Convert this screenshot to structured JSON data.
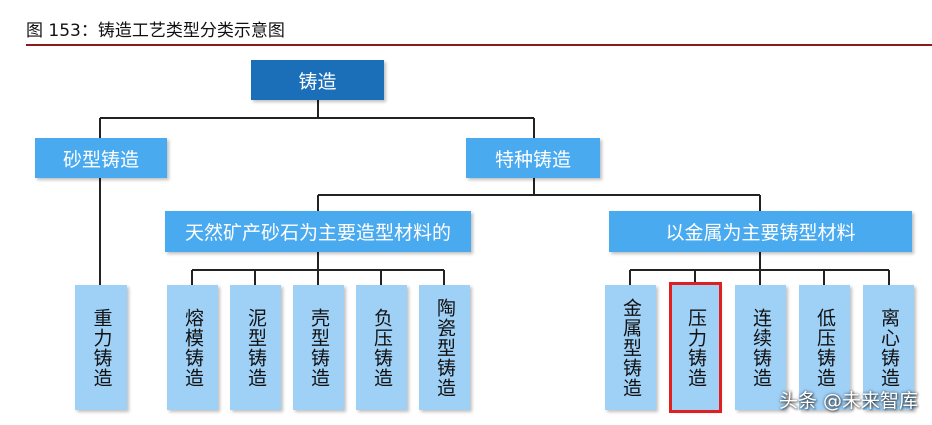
{
  "figure": {
    "title": "图 153：铸造工艺类型分类示意图"
  },
  "diagram": {
    "root": "铸造",
    "sand": {
      "label": "砂型铸造",
      "children": [
        "重力铸造"
      ]
    },
    "special": {
      "label": "特种铸造"
    },
    "natural": {
      "label": "天然矿产砂石为主要造型材料的",
      "children": [
        "熔模铸造",
        "泥型铸造",
        "壳型铸造",
        "负压铸造",
        "陶瓷型铸造"
      ]
    },
    "metal": {
      "label": "以金属为主要铸型材料",
      "children": [
        "金属型铸造",
        "压力铸造",
        "连续铸造",
        "低压铸造",
        "离心铸造"
      ]
    },
    "highlighted": "压力铸造"
  },
  "watermark": "头条 @未来智库",
  "colors": {
    "root": "#1b6fb8",
    "level": "#4aaaf0",
    "leaf": "#9fd0f6",
    "highlight": "#e02020",
    "rule": "#8b1a1a"
  }
}
